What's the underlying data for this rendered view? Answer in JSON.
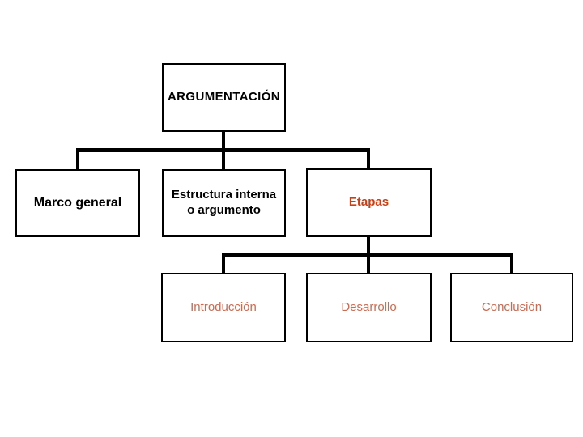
{
  "colors": {
    "background": "#FFFFFF",
    "box_fill": "#FFFFFF",
    "box_border": "#000000",
    "connector": "#000000",
    "default_text": "#000000",
    "etapas_text": "#D03D0F",
    "stage_text": "#CC6A50"
  },
  "diagram": {
    "root": {
      "label": "ARGUMENTACIÓN"
    },
    "level1": [
      {
        "id": "marco-general",
        "label": "Marco general"
      },
      {
        "id": "estructura",
        "label": "Estructura interna o argumento",
        "lines": [
          "Estructura interna",
          "o argumento"
        ]
      },
      {
        "id": "etapas",
        "label": "Etapas"
      }
    ],
    "level2": [
      {
        "id": "introduccion",
        "label": "Introducción"
      },
      {
        "id": "desarrollo",
        "label": "Desarrollo"
      },
      {
        "id": "conclusion",
        "label": "Conclusión"
      }
    ]
  }
}
